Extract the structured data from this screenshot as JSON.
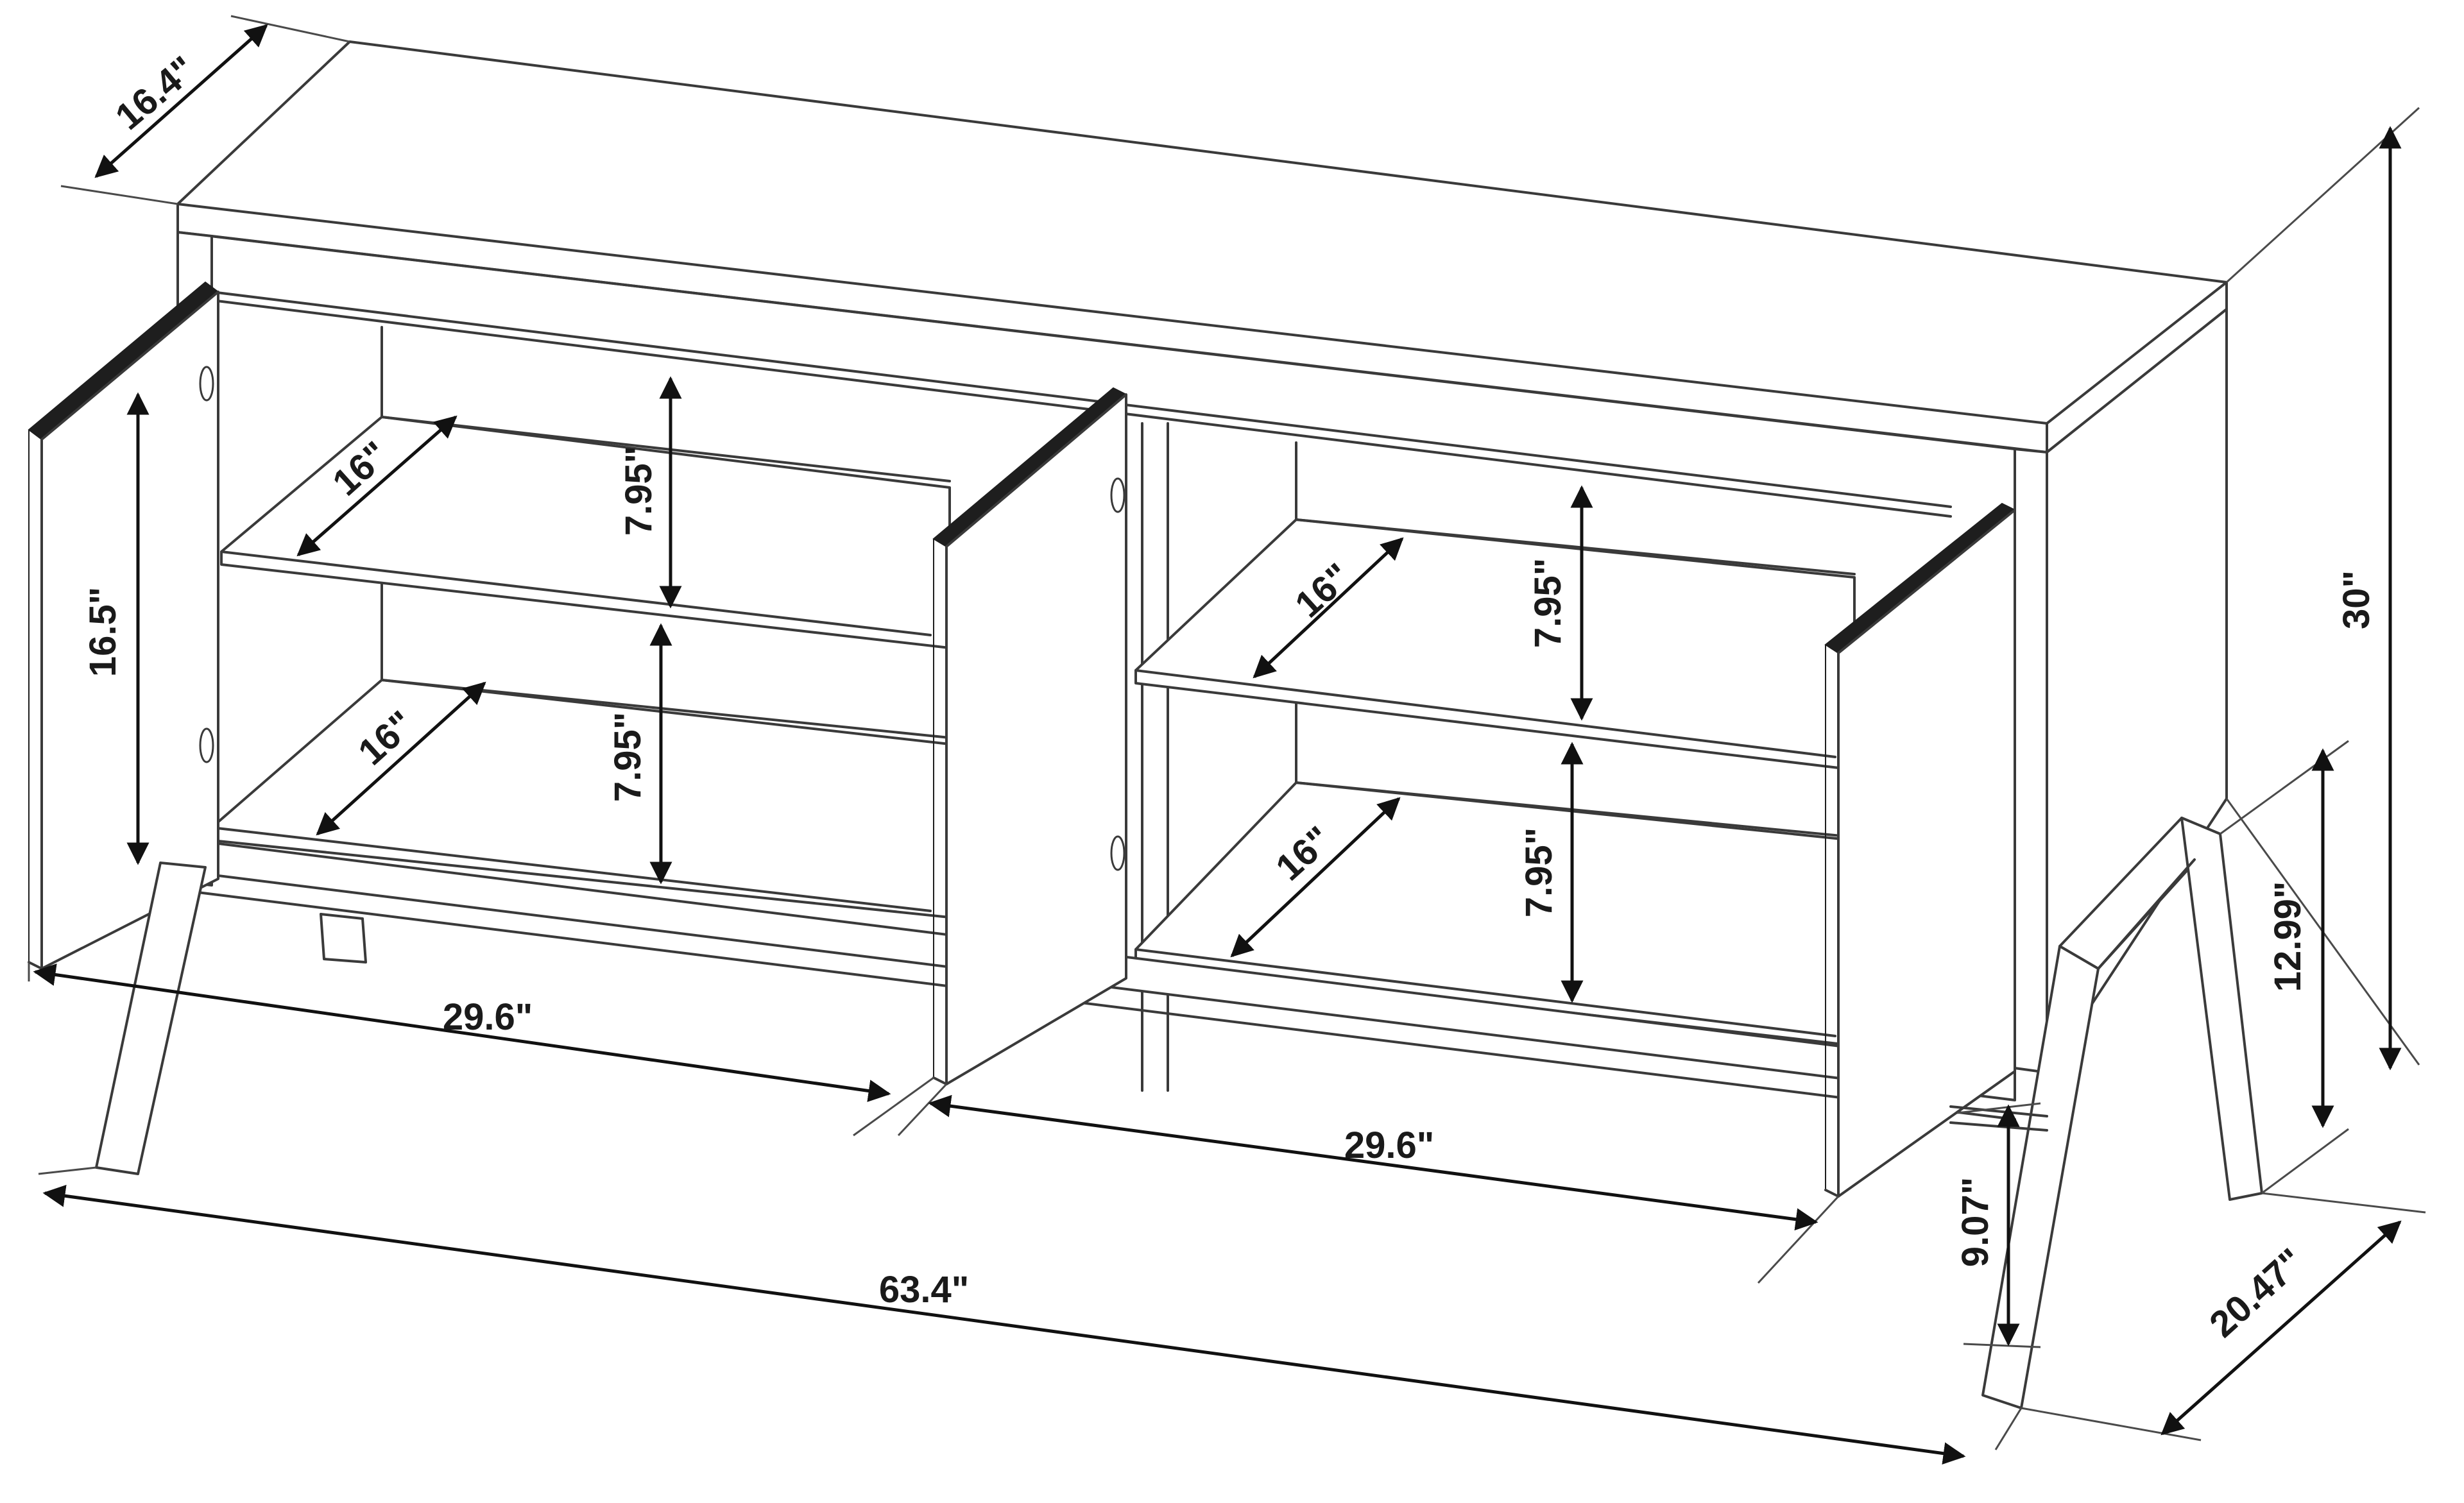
{
  "colors": {
    "line": "#3a3a3a",
    "dimension": "#111111",
    "background": "#ffffff"
  },
  "dimensions": {
    "depth_top": "16.4\"",
    "total_height": "30\"",
    "leg_height": "12.99\"",
    "ground_clearance": "9.07\"",
    "leg_depth": "20.47\"",
    "total_width": "63.4\"",
    "left_section_width": "29.6\"",
    "right_section_width": "29.6\"",
    "left_door_height": "16.5\"",
    "left_upper_shelf_depth": "16\"",
    "left_lower_shelf_depth": "16\"",
    "right_upper_shelf_depth": "16\"",
    "right_lower_shelf_depth": "16\"",
    "left_upper_shelf_height": "7.95\"",
    "left_lower_shelf_height": "7.95\"",
    "right_upper_shelf_height": "7.95\"",
    "right_lower_shelf_height": "7.95\""
  }
}
